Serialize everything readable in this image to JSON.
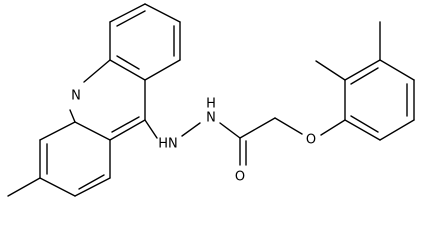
{
  "molecule": {
    "atom_labels": {
      "acridine_nitrogen": "N",
      "amine_nh": "HN",
      "hydrazide_nh": "N",
      "hydrazide_h": "H",
      "carbonyl_oxygen": "O",
      "ether_oxygen": "O"
    }
  },
  "colors": {
    "bond": "#000000",
    "text": "#000000",
    "background": "#ffffff"
  }
}
